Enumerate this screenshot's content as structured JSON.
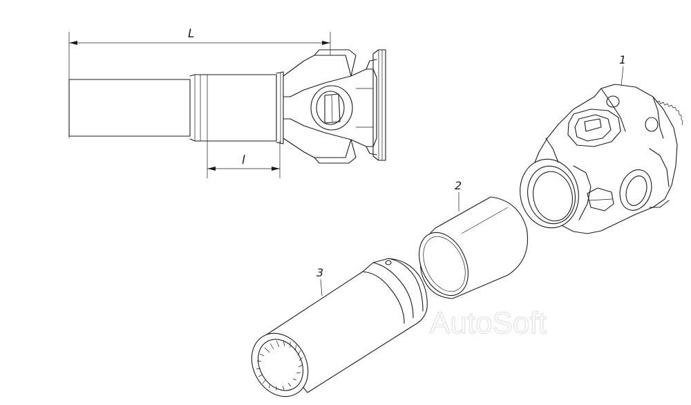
{
  "dimensions": {
    "overall_length_label": "L",
    "sleeve_length_label": "l"
  },
  "callouts": [
    {
      "number": "1"
    },
    {
      "number": "2"
    },
    {
      "number": "3"
    }
  ],
  "watermark": "AutoSoft"
}
